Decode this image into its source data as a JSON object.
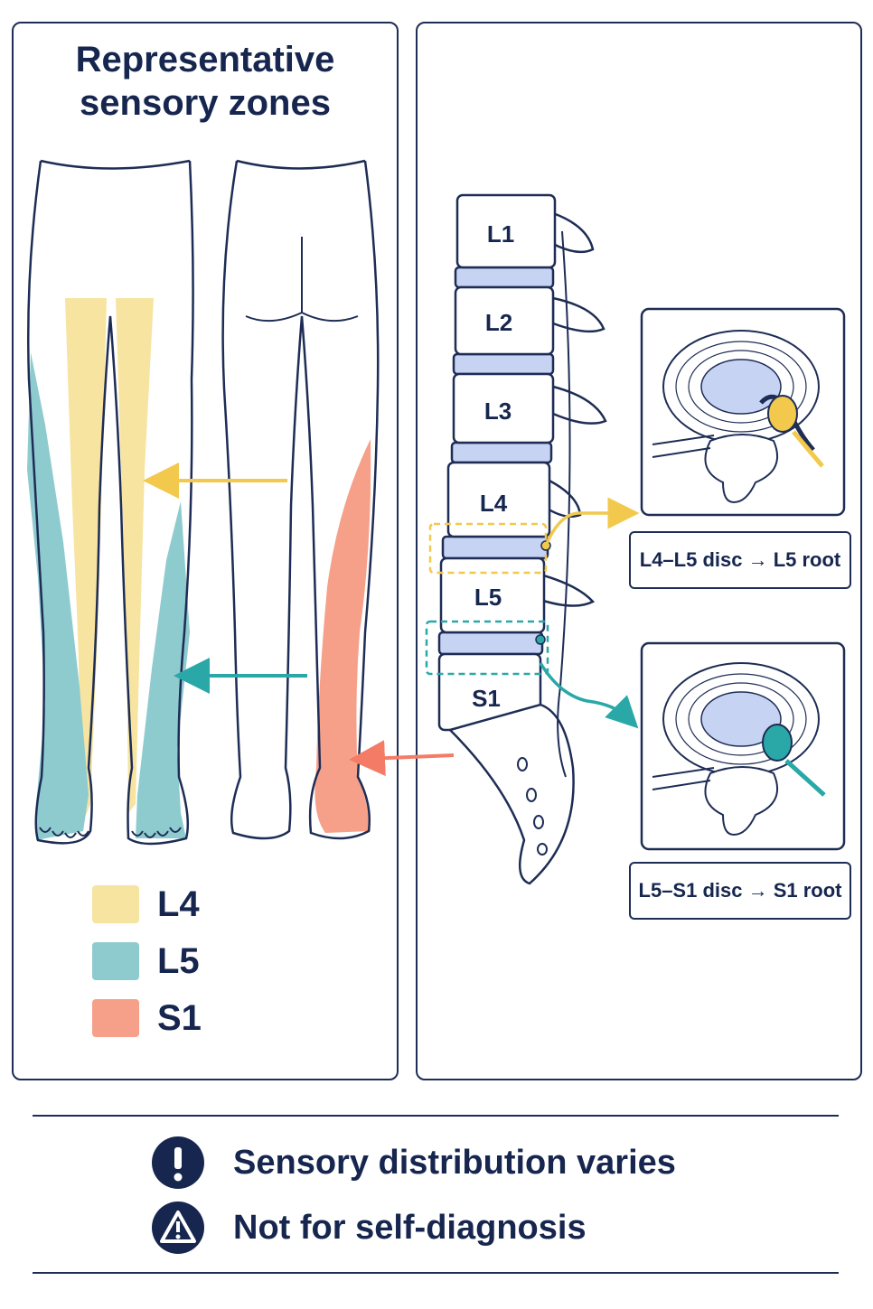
{
  "title": {
    "line1": "Representative",
    "line2": "sensory zones"
  },
  "legend": [
    {
      "label": "L4",
      "color": "#f7e4a0"
    },
    {
      "label": "L5",
      "color": "#8ecbcf"
    },
    {
      "label": "S1",
      "color": "#f6a08a"
    }
  ],
  "vertebrae": [
    "L1",
    "L2",
    "L3",
    "L4",
    "L5",
    "S1"
  ],
  "callouts": {
    "upper": "L4–L5 disc → L5 root",
    "lower": "L5–S1 disc → S1 root"
  },
  "notes": [
    {
      "text": "Sensory distribution varies",
      "icon": "exclamation-icon"
    },
    {
      "text": "Not for self-diagnosis",
      "icon": "warning-triangle-icon"
    }
  ],
  "colors": {
    "ink": "#1e2d55",
    "disc": "#c7d3f2",
    "l4": "#f2c94c",
    "l5": "#2aa8a8",
    "s1": "#f47c66"
  }
}
